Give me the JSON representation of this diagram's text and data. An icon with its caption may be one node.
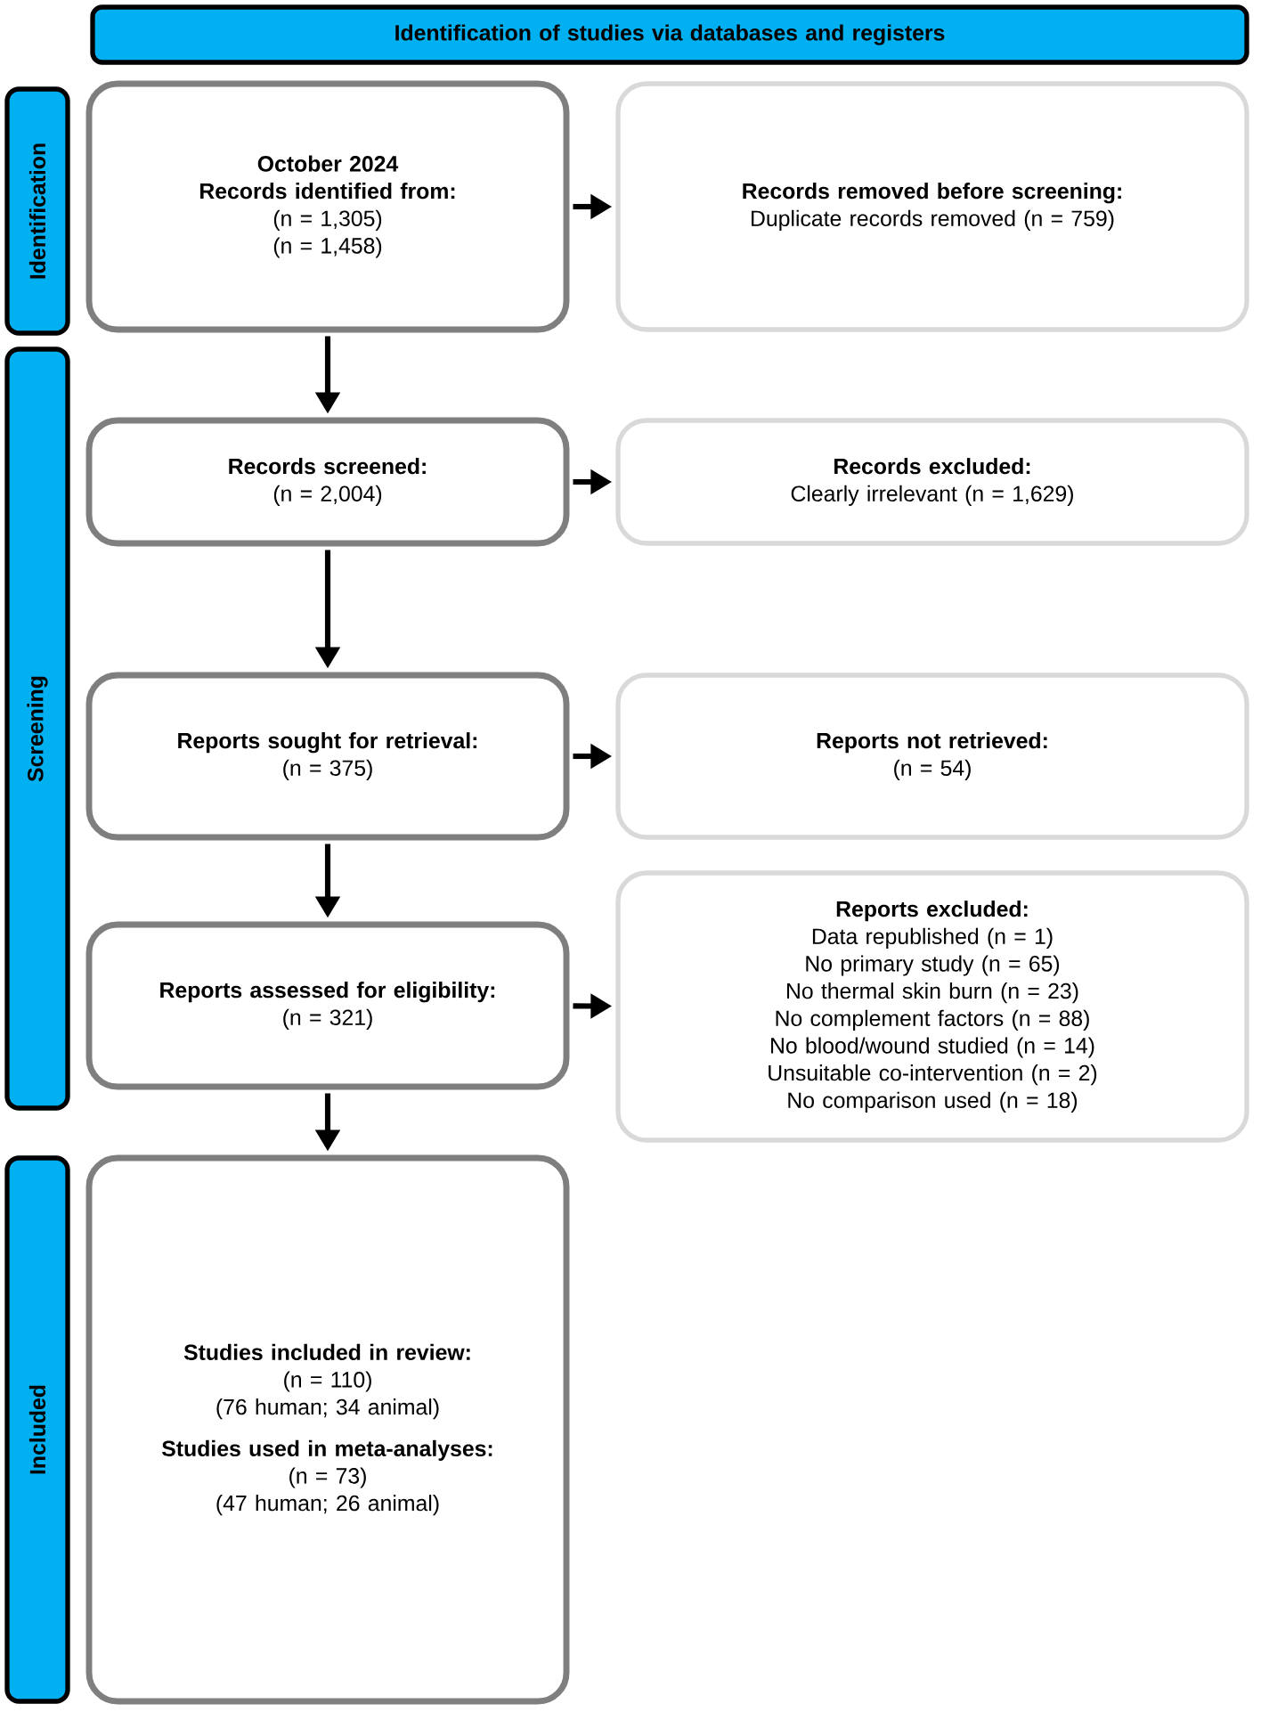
{
  "diagram": {
    "nodes": [
      {
        "text": [
          "Identification of studies via databases and registers"
        ]
      },
      {
        "text": [
          "Identification"
        ]
      },
      {
        "text": [
          "Screening"
        ]
      },
      {
        "text": [
          "Included"
        ]
      },
      {
        "text": [
          "October 2024",
          "Records identified from:",
          "(n = 1,305)",
          "(n = 1,458)"
        ]
      },
      {
        "text": [
          "Records removed before screening:",
          "Duplicate records removed (n = 759)"
        ]
      },
      {
        "text": [
          "Records screened:",
          "(n = 2,004)"
        ]
      },
      {
        "text": [
          "Records excluded:",
          "Clearly irrelevant (n = 1,629)"
        ]
      },
      {
        "text": [
          "Reports sought for retrieval:",
          "(n = 375)"
        ]
      },
      {
        "text": [
          "Reports not retrieved:",
          "(n = 54)"
        ]
      },
      {
        "text": [
          "Reports assessed for eligibility:",
          "(n = 321)"
        ]
      },
      {
        "text": [
          "Reports excluded:",
          "Data republished (n = 1)",
          "No primary study (n = 65)",
          "No thermal skin burn (n = 23)",
          "No complement factors (n = 88)",
          "No blood/wound studied (n = 14)",
          "Unsuitable co-intervention (n = 2)",
          "No comparison used (n = 18)"
        ]
      },
      {
        "text": [
          "Studies included in review:",
          "(n = 110)",
          "(76 human; 34 animal)",
          "Studies used in meta-analyses:",
          "(n = 73)",
          "(47 human; 26 animal)"
        ]
      }
    ],
    "edges": [
      {
        "from": 4,
        "to": 5,
        "arrow": "to"
      },
      {
        "from": 4,
        "to": 6,
        "arrow": "to"
      },
      {
        "from": 6,
        "to": 7,
        "arrow": "to"
      },
      {
        "from": 6,
        "to": 8,
        "arrow": "to"
      },
      {
        "from": 8,
        "to": 9,
        "arrow": "to"
      },
      {
        "from": 8,
        "to": 10,
        "arrow": "to"
      },
      {
        "from": 10,
        "to": 11,
        "arrow": "to"
      },
      {
        "from": 10,
        "to": 12,
        "arrow": "to"
      }
    ]
  }
}
